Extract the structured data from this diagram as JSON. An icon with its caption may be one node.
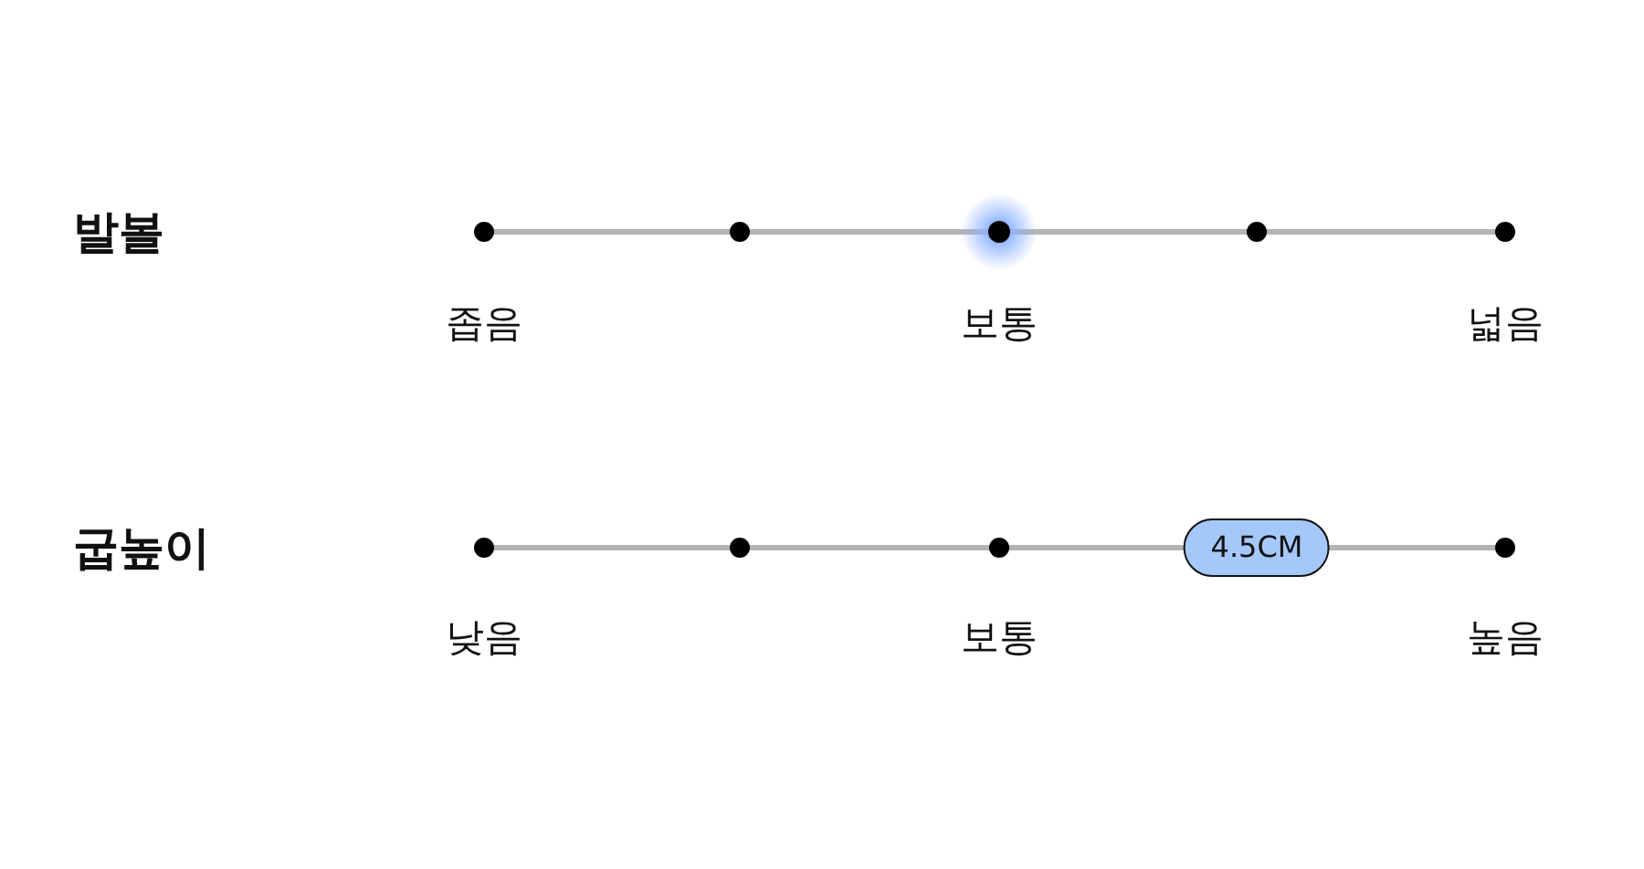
{
  "diagram": {
    "labels": [
      "발볼",
      "좁음",
      "보통",
      "넓음",
      "굽높이",
      "4.5CM",
      "낮음",
      "보통",
      "높음"
    ]
  }
}
